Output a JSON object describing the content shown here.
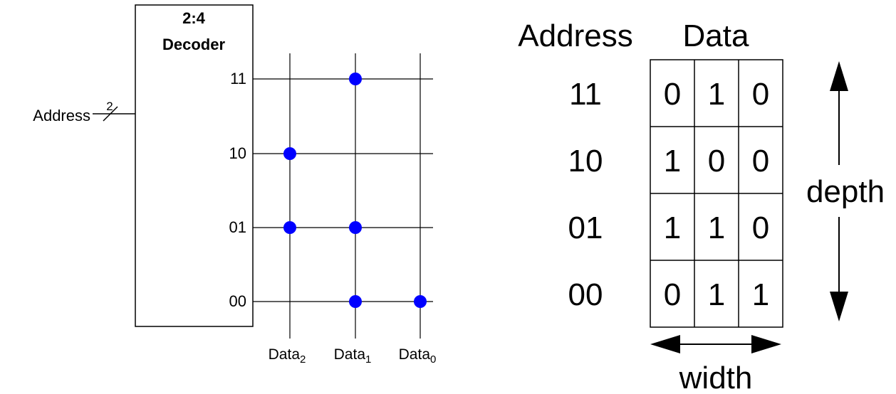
{
  "decoder": {
    "title_line1": "2:4",
    "title_line2": "Decoder",
    "input_label": "Address",
    "bus_width": "2",
    "outputs": [
      "11",
      "10",
      "01",
      "00"
    ]
  },
  "array": {
    "columns": [
      {
        "base": "Data",
        "sub": "2"
      },
      {
        "base": "Data",
        "sub": "1"
      },
      {
        "base": "Data",
        "sub": "0"
      }
    ],
    "bits": [
      [
        0,
        1,
        0
      ],
      [
        1,
        0,
        0
      ],
      [
        1,
        1,
        0
      ],
      [
        0,
        1,
        1
      ]
    ],
    "dot_color": "#0000ff"
  },
  "table": {
    "address_header": "Address",
    "data_header": "Data",
    "rows": [
      {
        "address": "11",
        "bits": [
          "0",
          "1",
          "0"
        ]
      },
      {
        "address": "10",
        "bits": [
          "1",
          "0",
          "0"
        ]
      },
      {
        "address": "01",
        "bits": [
          "1",
          "1",
          "0"
        ]
      },
      {
        "address": "00",
        "bits": [
          "0",
          "1",
          "1"
        ]
      }
    ],
    "depth_label": "depth",
    "width_label": "width"
  }
}
